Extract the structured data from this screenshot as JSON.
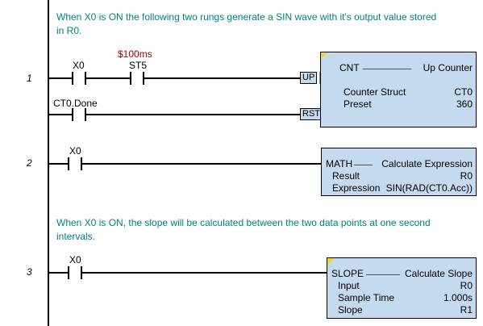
{
  "comments": {
    "c1_line1": "When X0 is ON the following two rungs generate a SIN wave with it's output value stored",
    "c1_line2": "in R0.",
    "c2_line1": "When X0 is ON, the slope will be calculated between the two data points at one second",
    "c2_line2": "intervals."
  },
  "rungs": {
    "r1": {
      "number": "1",
      "contact1": "X0",
      "timer_label": "$100ms",
      "contact2": "ST5",
      "contact3": "CT0.Done"
    },
    "r2": {
      "number": "2",
      "contact1": "X0"
    },
    "r3": {
      "number": "3",
      "contact1": "X0"
    }
  },
  "cnt_box": {
    "title": "CNT",
    "name": "Up Counter",
    "f1_label": "Counter Struct",
    "f1_value": "CT0",
    "f2_label": "Preset",
    "f2_value": "360",
    "up_tag": "UP",
    "rst_tag": "RST"
  },
  "math_box": {
    "title": "MATH",
    "name": "Calculate Expression",
    "f1_label": "Result",
    "f1_value": "R0",
    "f2_label": "Expression",
    "f2_value": "SIN(RAD(CT0.Acc))"
  },
  "slope_box": {
    "title": "SLOPE",
    "name": "Calculate Slope",
    "f1_label": "Input",
    "f1_value": "R0",
    "f2_label": "Sample Time",
    "f2_value": "1.000s",
    "f3_label": "Slope",
    "f3_value": "R1"
  }
}
